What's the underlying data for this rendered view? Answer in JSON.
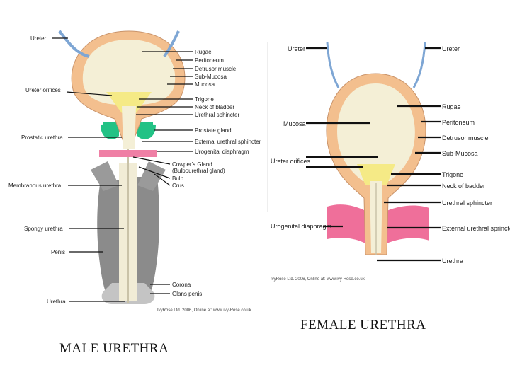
{
  "male": {
    "labels_left": [
      "Ureter",
      "Ureter orifices",
      "Prostatic urethra",
      "Membranous urethra",
      "Spongy urethra",
      "Penis",
      "Urethra"
    ],
    "labels_right": [
      "Rugae",
      "Peritoneum",
      "Detrusor muscle",
      "Sub-Mucosa",
      "Mucosa",
      "Trigone",
      "Neck of bladder",
      "Urethral sphincter",
      "Prostate gland",
      "External urethral sphincter",
      "Urogenital diaphragm",
      "Cowper's Gland",
      "(Bulbourethral gland)",
      "Bulb",
      "Crus",
      "Corona",
      "Glans penis"
    ],
    "credit": "IvyRose Ltd. 2006, Online at: www.ivy-Rose.co.uk",
    "caption": "MALE URETHRA"
  },
  "female": {
    "labels_left": [
      "Ureter",
      "Mucosa",
      "Ureter orifices",
      "Urogenital diaphragm"
    ],
    "labels_right": [
      "Ureter",
      "Rugae",
      "Peritoneum",
      "Detrusor muscle",
      "Sub-Mucosa",
      "Trigone",
      "Neck of badder",
      "Urethral sphincter",
      "External urethral sprincter",
      "Urethra"
    ],
    "credit": "IvyRose Ltd. 2006, Online at: www.ivy-Rose.co.uk",
    "caption": "FEMALE URETHRA"
  },
  "colors": {
    "bladder_wall": "#f3bf8e",
    "bladder_inner": "#f4efd6",
    "trigone": "#f5ea86",
    "prostate": "#22c285",
    "diaphragm": "#ef6f9a",
    "penis_tissue": "#8b8b8b",
    "ureter": "#7ea6d4"
  }
}
